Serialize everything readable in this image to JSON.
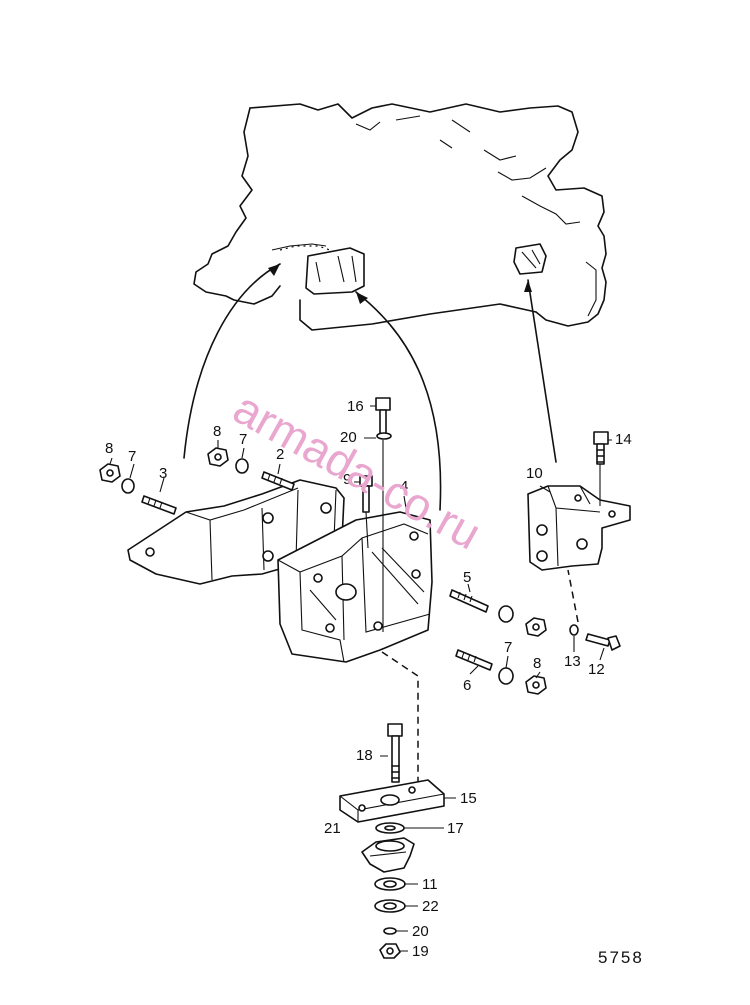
{
  "diagram": {
    "callouts": [
      "16",
      "20",
      "8",
      "7",
      "8",
      "7",
      "3",
      "2",
      "9",
      "4",
      "14",
      "10",
      "5",
      "7",
      "8",
      "6",
      "13",
      "12",
      "18",
      "15",
      "21",
      "17",
      "11",
      "22",
      "20",
      "19"
    ],
    "figure_number": "5758",
    "watermark": "armada-co.ru"
  }
}
